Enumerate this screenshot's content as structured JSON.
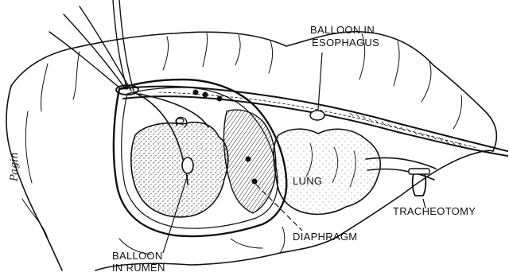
{
  "labels": {
    "balloon_esophagus_line1": "BALLOON IN",
    "balloon_esophagus_line2": "ESOPHAGUS",
    "lung": "LUNG",
    "tracheotomy": "TRACHEOTOMY",
    "diaphragm": "DIAPHRAGM",
    "balloon_rumen_line1": "BALLOON",
    "balloon_rumen_line2": "IN RUMEN"
  },
  "signature": "Pagin"
}
